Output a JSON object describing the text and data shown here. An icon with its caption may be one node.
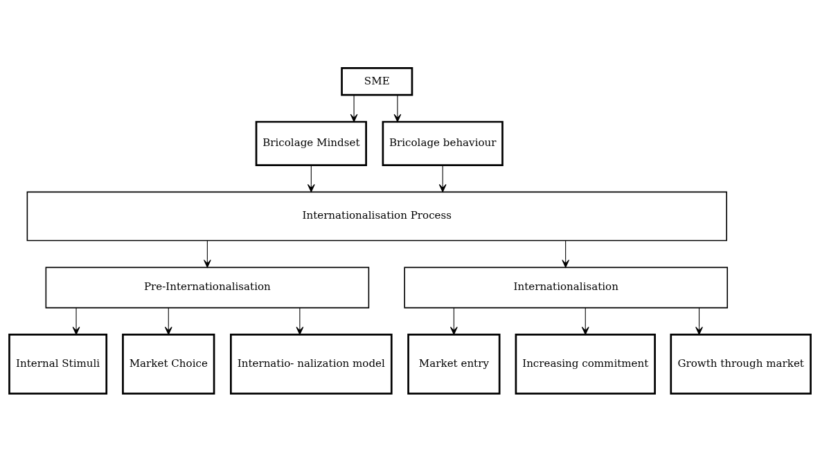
{
  "diagram": {
    "nodes": [
      {
        "text": [
          "SME"
        ]
      },
      {
        "text": [
          "Bricolage Mindset"
        ]
      },
      {
        "text": [
          "Bricolage behaviour"
        ]
      },
      {
        "text": [
          "Internationalisation Process"
        ]
      },
      {
        "text": [
          "Pre-Internationalisation"
        ]
      },
      {
        "text": [
          "Internationalisation"
        ]
      },
      {
        "text": [
          "Internal Stimuli"
        ]
      },
      {
        "text": [
          "Market Choice"
        ]
      },
      {
        "text": [
          "Internatio- nalization model"
        ]
      },
      {
        "text": [
          "Market entry"
        ]
      },
      {
        "text": [
          "Increasing commitment"
        ]
      },
      {
        "text": [
          "Growth through market"
        ]
      }
    ],
    "edges": [
      {
        "from": 0,
        "to": 1,
        "arrow": "to"
      },
      {
        "from": 0,
        "to": 2,
        "arrow": "to"
      },
      {
        "from": 1,
        "to": 3,
        "arrow": "to"
      },
      {
        "from": 2,
        "to": 3,
        "arrow": "to"
      },
      {
        "from": 3,
        "to": 4,
        "arrow": "to"
      },
      {
        "from": 3,
        "to": 5,
        "arrow": "to"
      },
      {
        "from": 4,
        "to": 6,
        "arrow": "to"
      },
      {
        "from": 4,
        "to": 7,
        "arrow": "to"
      },
      {
        "from": 4,
        "to": 8,
        "arrow": "to"
      },
      {
        "from": 5,
        "to": 9,
        "arrow": "to"
      },
      {
        "from": 5,
        "to": 10,
        "arrow": "to"
      },
      {
        "from": 5,
        "to": 11,
        "arrow": "to"
      }
    ]
  }
}
